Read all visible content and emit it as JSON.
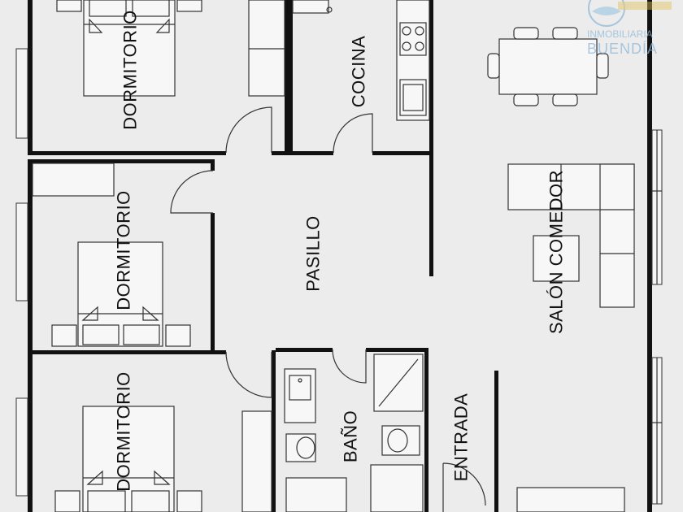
{
  "rooms": {
    "dormitorio_top": "DORMITORIO",
    "dormitorio_mid": "DORMITORIO",
    "dormitorio_bottom": "DORMITORIO",
    "cocina": "COCINA",
    "pasillo": "PASILLO",
    "salon": "SALÓN COMEDOR",
    "bano": "BAÑO",
    "entrada": "ENTRADA"
  },
  "brand": {
    "line1": "INMOBILIARIA",
    "line2": "BUENDÍA",
    "color": "#8fb8d8",
    "accent": "#e3c15a"
  },
  "colors": {
    "background": "#ececec",
    "walls": "#111111"
  }
}
